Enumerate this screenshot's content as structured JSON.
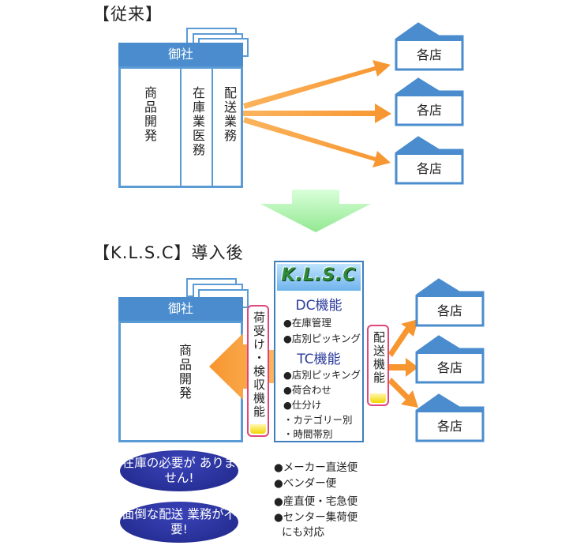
{
  "before": {
    "heading": "【従来】",
    "company": {
      "name": "御社",
      "departments": [
        "商品開発",
        "在庫業医務",
        "配送業務"
      ]
    },
    "stores": [
      "各店",
      "各店",
      "各店"
    ]
  },
  "after": {
    "heading": "【K.L.S.C】導入後",
    "company": {
      "name": "御社",
      "department": "商品開発"
    },
    "receiving_tag": "荷受け・検収機能",
    "delivery_tag": "配送機能",
    "klsc": {
      "logo": "K.L.S.C",
      "dc_title": "DC機能",
      "dc_items": [
        "●在庫管理",
        "●店別ピッキング"
      ],
      "tc_title": "TC機能",
      "tc_items": [
        "●店別ピッキング",
        "●荷合わせ",
        "●仕分け",
        "・カテゴリー別",
        "・時間帯別"
      ]
    },
    "stores": [
      "各店",
      "各店",
      "各店"
    ],
    "ovals": [
      "在庫の必要が ありません!",
      "面倒な配送 業務が不要!"
    ],
    "notes": [
      "●メーカー直送便",
      "●ベンダー便",
      "●産直便・宅急便",
      "●センター集荷便",
      "にも対応"
    ]
  },
  "colors": {
    "company_blue": "#4a8ccd",
    "arrow_orange": "#f7952f",
    "transition_arrow_green": "#a6f0a6",
    "oval_navy": "#1f2788",
    "tag_border_pink": "#e0457b"
  }
}
